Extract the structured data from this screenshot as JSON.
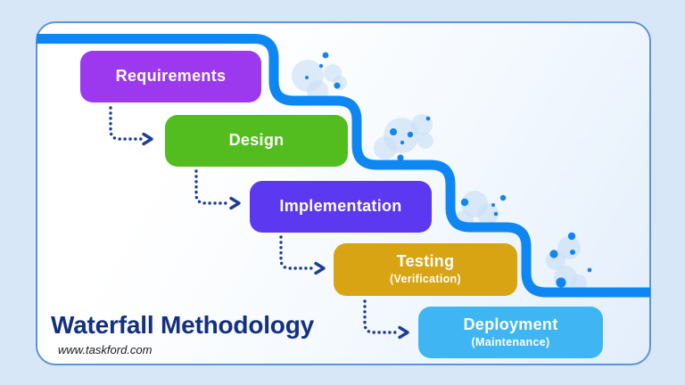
{
  "page": {
    "background_color": "#d8e7f8"
  },
  "card": {
    "border_color": "#5b94d8"
  },
  "title": {
    "text": "Waterfall Methodology",
    "color": "#14317f"
  },
  "website": {
    "text": "www.taskford.com"
  },
  "diagram": {
    "type": "waterfall-staircase-flow",
    "line_color": "#0f87f2",
    "arrow_color": "#1d3e94",
    "stages": [
      {
        "label": "Requirements",
        "sublabel": "",
        "color": "#9c38ee"
      },
      {
        "label": "Design",
        "sublabel": "",
        "color": "#53bd20"
      },
      {
        "label": "Implementation",
        "sublabel": "",
        "color": "#5c38f0"
      },
      {
        "label": "Testing",
        "sublabel": "(Verification)",
        "color": "#d8a413"
      },
      {
        "label": "Deployment",
        "sublabel": "(Maintenance)",
        "color": "#3fb6f3"
      }
    ]
  }
}
